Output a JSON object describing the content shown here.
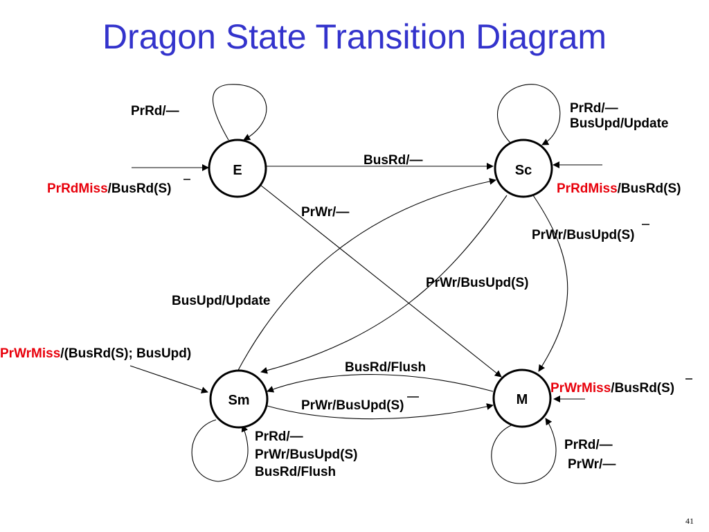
{
  "title": "Dragon State Transition Diagram",
  "page_number": "41",
  "colors": {
    "title": "#3333cc",
    "miss_event": "#e8000b"
  },
  "states": {
    "E": "E",
    "Sc": "Sc",
    "Sm": "Sm",
    "M": "M"
  },
  "labels": {
    "e_self": "PrRd/—",
    "e_in_red": "PrRdMiss",
    "e_in_rest": "/BusRd(S)",
    "sc_self_1": "PrRd/—",
    "sc_self_2": "BusUpd/Update",
    "sc_in_red": "PrRdMiss",
    "sc_in_rest": "/BusRd(S)",
    "e_to_sc": "BusRd/—",
    "e_to_m": "PrWr/—",
    "sc_to_m": "PrWr/BusUpd(S)",
    "sc_to_sm": "PrWr/BusUpd(S)",
    "sm_to_sc": "BusUpd/Update",
    "sm_in_red": "PrWrMiss",
    "sm_in_rest": "/(BusRd(S); BusUpd)",
    "m_to_sm": "BusRd/Flush",
    "sm_to_m": "PrWr/BusUpd(S)",
    "m_in_red": "PrWrMiss",
    "m_in_rest": "/BusRd(S)",
    "sm_self_1": "PrRd/—",
    "sm_self_2": "PrWr/BusUpd(S)",
    "sm_self_3": "BusRd/Flush",
    "m_self_1": "PrRd/—",
    "m_self_2": "PrWr/—"
  }
}
